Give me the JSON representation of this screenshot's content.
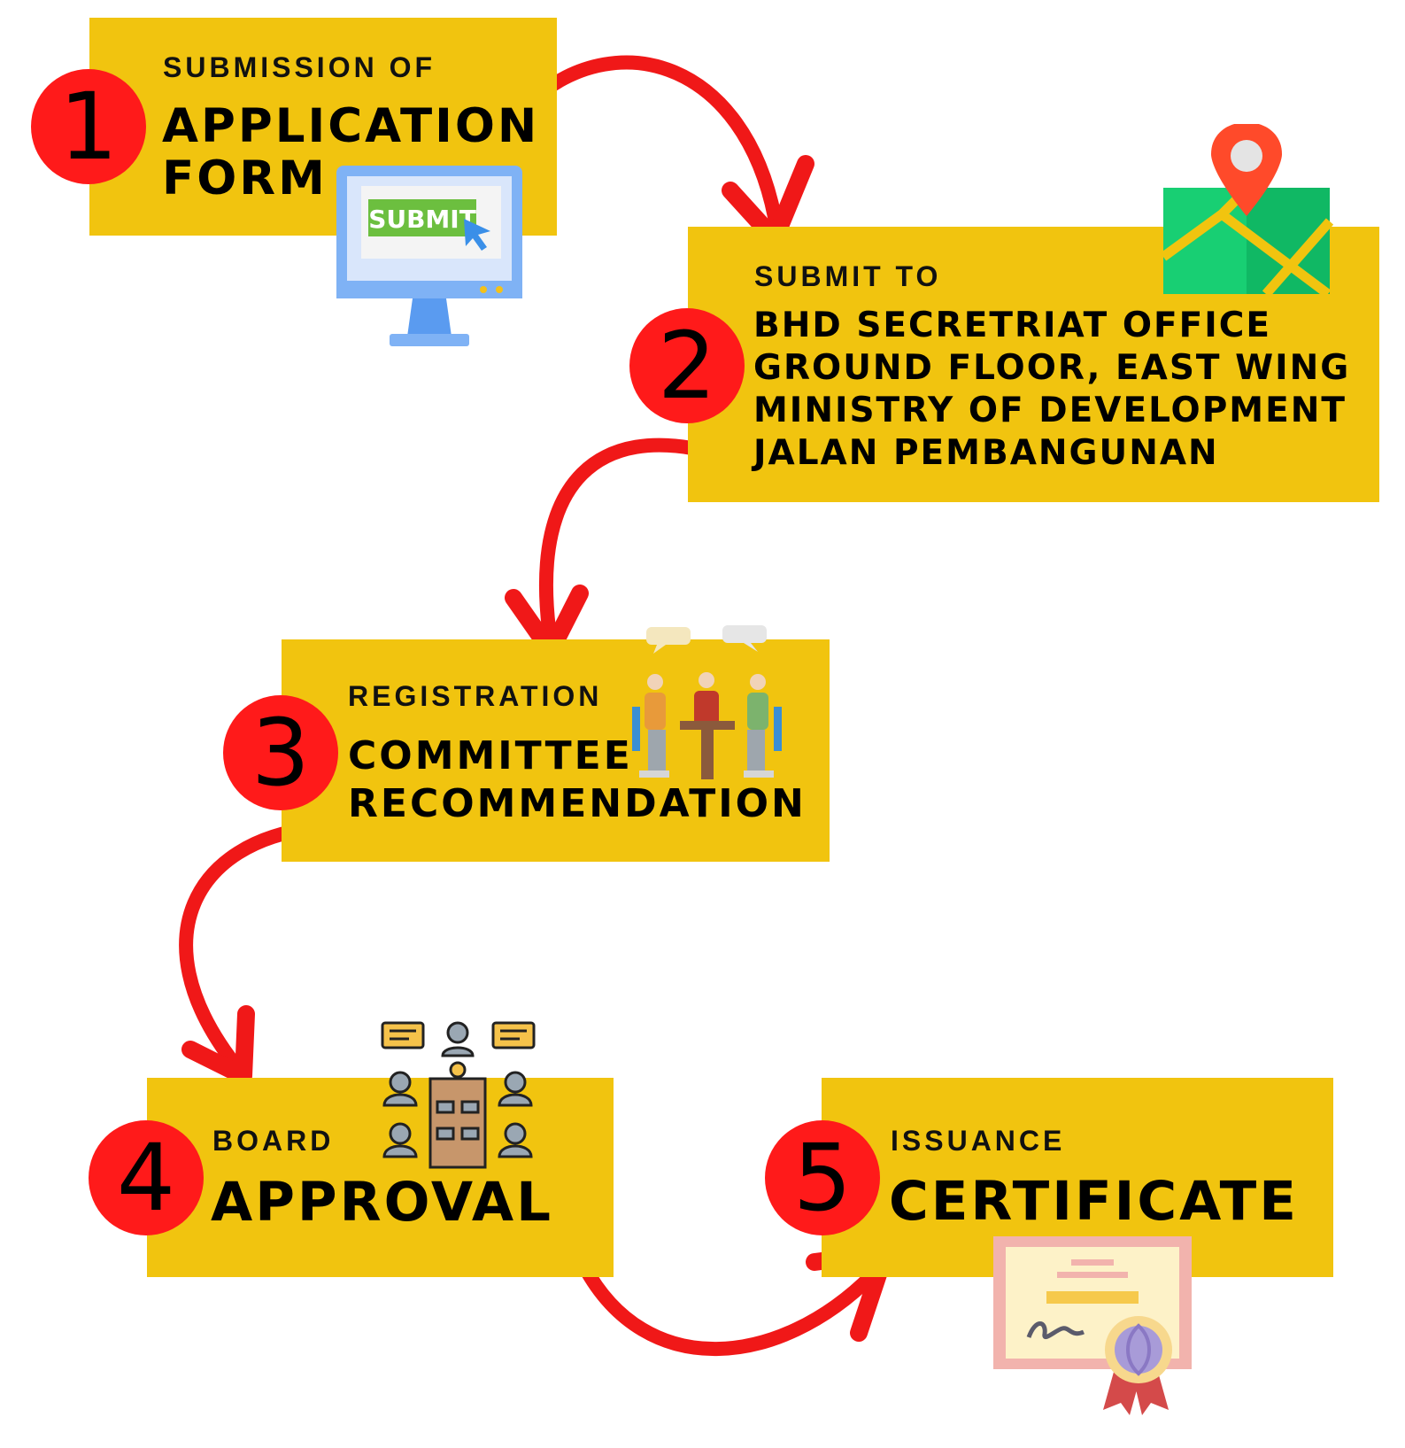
{
  "steps": [
    {
      "number": "1",
      "label_small": "SUBMISSION OF",
      "label_big_1": "APPLICATION",
      "label_big_2": "FORM"
    },
    {
      "number": "2",
      "label_small": "SUBMIT TO",
      "address": [
        "BHD SECRETRIAT OFFICE",
        "GROUND FLOOR, EAST WING",
        "MINISTRY OF DEVELOPMENT",
        "JALAN PEMBANGUNAN"
      ]
    },
    {
      "number": "3",
      "label_small": "REGISTRATION",
      "label_big_1": "COMMITTEE",
      "label_big_2": "RECOMMENDATION"
    },
    {
      "number": "4",
      "label_small": "BOARD",
      "label_big_1": "APPROVAL"
    },
    {
      "number": "5",
      "label_small": "ISSUANCE",
      "label_big_1": "CERTIFICATE"
    }
  ],
  "icons": {
    "step1": "computer-submit-icon",
    "step1_button": "SUBMIT",
    "step2": "map-pin-icon",
    "step3": "meeting-icon",
    "step4": "board-meeting-icon",
    "step5": "certificate-icon"
  },
  "colors": {
    "box": "#f1c40f",
    "circle": "#ff1a1a",
    "arrow": "#f01818"
  }
}
